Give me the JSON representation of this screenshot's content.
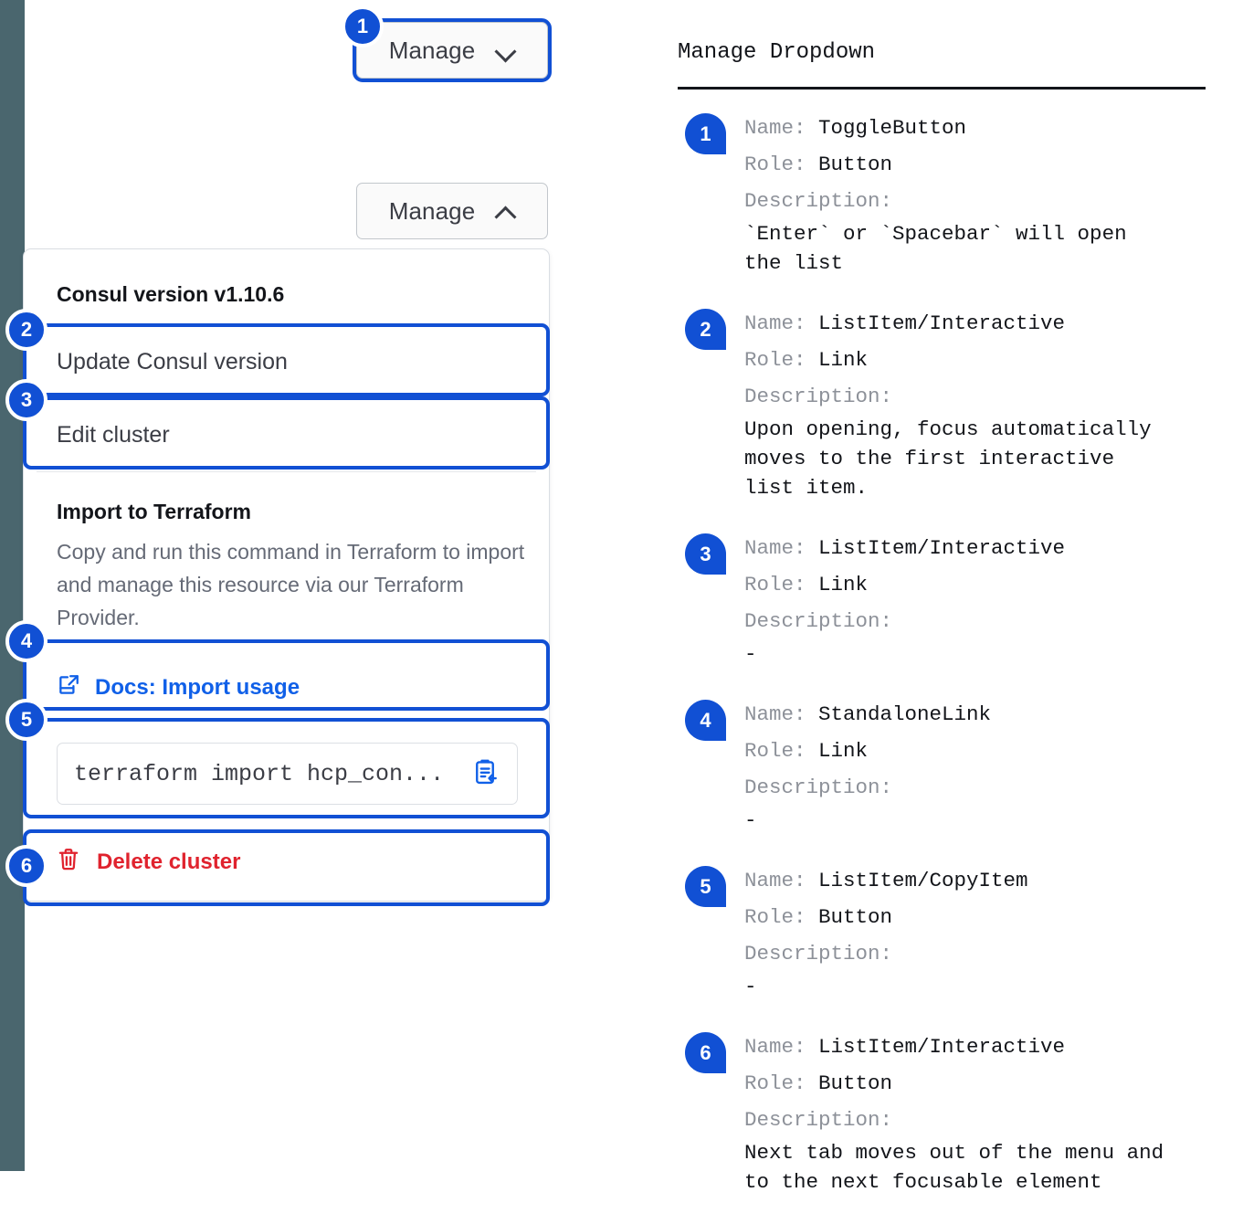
{
  "rail": {
    "color": "#4a666e"
  },
  "accent": {
    "focus_blue": "#1150d4",
    "link_blue": "#1060e8",
    "danger_red": "#e0232e"
  },
  "left_panel": {
    "toggle_closed": {
      "label": "Manage",
      "icon": "chevron-down-icon"
    },
    "toggle_open": {
      "label": "Manage",
      "icon": "chevron-up-icon"
    },
    "dropdown": {
      "version_heading": "Consul version v1.10.6",
      "item_update": "Update Consul version",
      "item_edit": "Edit cluster",
      "terraform_heading": "Import to Terraform",
      "terraform_desc": "Copy and run this command in Terraform to import and manage this resource via our Terraform Provider.",
      "docs_link": "Docs: Import usage",
      "docs_icon": "external-link-doc-icon",
      "command": "terraform import hcp_con...",
      "copy_icon": "copy-to-clipboard-icon",
      "delete_label": "Delete cluster",
      "delete_icon": "trash-icon"
    },
    "markers": [
      "1",
      "2",
      "3",
      "4",
      "5",
      "6"
    ]
  },
  "legend": {
    "title": "Manage Dropdown",
    "labels": {
      "name": "Name:",
      "role": "Role:",
      "description": "Description:"
    },
    "entries": [
      {
        "num": "1",
        "name": "ToggleButton",
        "role": "Button",
        "description": "`Enter` or `Spacebar` will open\nthe list"
      },
      {
        "num": "2",
        "name": "ListItem/Interactive",
        "role": "Link",
        "description": "Upon opening, focus automatically\nmoves to the first interactive\nlist item."
      },
      {
        "num": "3",
        "name": "ListItem/Interactive",
        "role": "Link",
        "description": "-"
      },
      {
        "num": "4",
        "name": "StandaloneLink",
        "role": "Link",
        "description": "-"
      },
      {
        "num": "5",
        "name": "ListItem/CopyItem",
        "role": "Button",
        "description": "-"
      },
      {
        "num": "6",
        "name": "ListItem/Interactive",
        "role": "Button",
        "description": "Next tab moves out of the menu and\nto the next focusable element"
      }
    ]
  }
}
